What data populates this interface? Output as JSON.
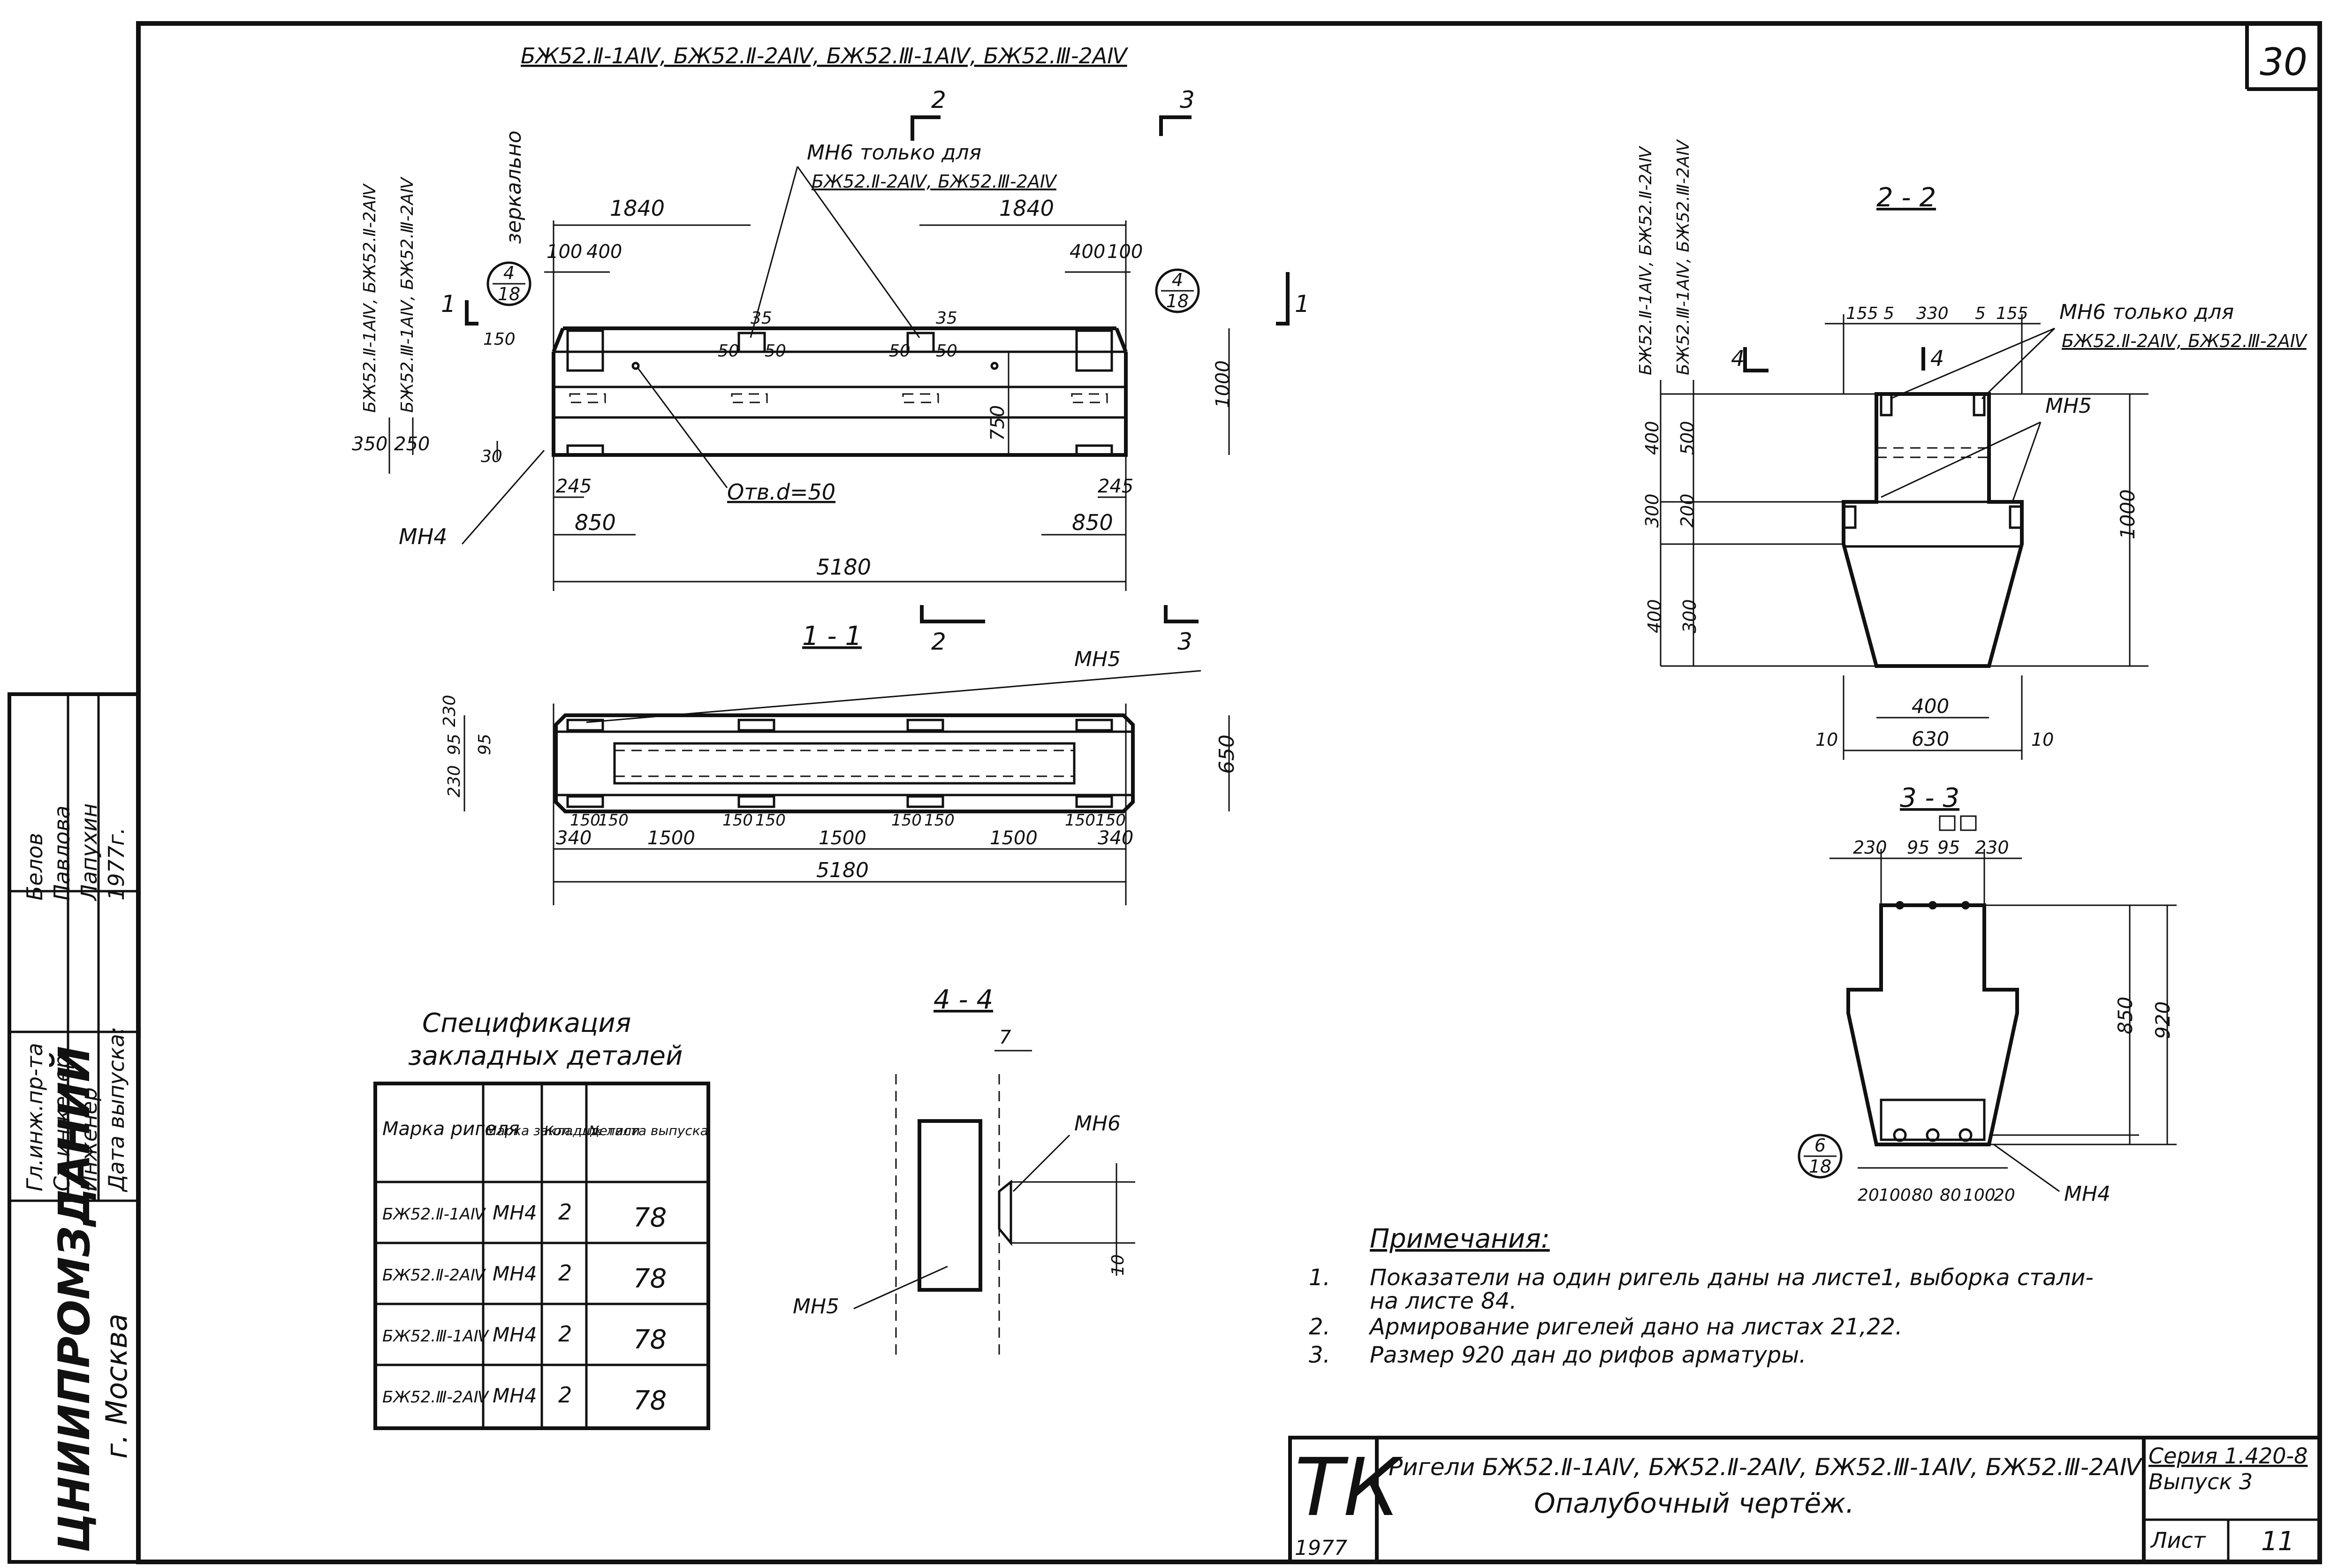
{
  "sheet": {
    "sheet_number": "30",
    "top_title": "БЖ52.Ⅱ-1АⅣ, БЖ52.Ⅱ-2АⅣ, БЖ52.Ⅲ-1АⅣ, БЖ52.Ⅲ-2АⅣ"
  },
  "side_stamp": {
    "rows": [
      {
        "role": "Гл.инж.пр-та",
        "name": "Белов"
      },
      {
        "role": "Ст.инженер",
        "name": "Павлова"
      },
      {
        "role": "Инженер",
        "name": "Лапухин"
      },
      {
        "role": "Дата выпуска:",
        "name": "1977г."
      }
    ],
    "org": "ЦНИИПРОМЗДАНИЙ",
    "city": "г. Москва"
  },
  "views": {
    "front": {
      "mirror_label": "зеркально",
      "side_marks_left": [
        "БЖ52.Ⅱ-1АⅣ, БЖ52.Ⅱ-2АⅣ",
        "БЖ52.Ⅲ-1АⅣ, БЖ52.Ⅲ-2АⅣ"
      ],
      "mh6_note_line1": "МН6 только для",
      "mh6_note_line2": "БЖ52.Ⅱ-2АⅣ, БЖ52.Ⅲ-2АⅣ",
      "hole_note": "Отв.d=50",
      "mh4_label": "МН4",
      "callout_num": "4",
      "callout_den": "18",
      "cut_1": "1",
      "cut_2": "2",
      "cut_3": "3",
      "dims": {
        "d1840": "1840",
        "d100": "100",
        "d400": "400",
        "d35": "35",
        "d50": "50",
        "d150": "150",
        "d350": "350",
        "d250": "250",
        "d30": "30",
        "d245": "245",
        "d850": "850",
        "d750": "750",
        "d1000": "1000",
        "d5180": "5180"
      }
    },
    "plan": {
      "title": "1 - 1",
      "mh5_label": "МН5",
      "dims": {
        "d230": "230",
        "d95": "95",
        "d650": "650",
        "d150": "150",
        "d340": "340",
        "d1500": "1500",
        "d5180": "5180"
      }
    },
    "section22": {
      "title": "2 - 2",
      "side_marks": [
        "БЖ52.Ⅱ-1АⅣ, БЖ52.Ⅱ-2АⅣ",
        "БЖ52.Ⅲ-1АⅣ, БЖ52.Ⅲ-2АⅣ"
      ],
      "mh6_note_line1": "МН6 только для",
      "mh6_note_line2": "БЖ52.Ⅱ-2АⅣ, БЖ52.Ⅲ-2АⅣ",
      "mh5_label": "МН5",
      "cut_4": "4",
      "dims": {
        "d155": "155",
        "d5": "5",
        "d330": "330",
        "d400": "400",
        "d500": "500",
        "d300": "300",
        "d200": "200",
        "d1000": "1000",
        "d10": "10",
        "d630": "630"
      }
    },
    "section33": {
      "title": "3 - 3",
      "mh4_label": "МН4",
      "callout_num": "6",
      "callout_den": "18",
      "dims": {
        "d230": "230",
        "d95": "95",
        "d850": "850",
        "d920": "920",
        "d20": "20",
        "d100": "100",
        "d80": "80"
      }
    },
    "section44": {
      "title": "4 - 4",
      "mh6_label": "МН6",
      "mh5_label": "МН5",
      "dims": {
        "d7": "7",
        "d10": "10"
      }
    }
  },
  "spec_table": {
    "title_line1": "Спецификация",
    "title_line2": "закладных   деталей",
    "headers": [
      "Марка ригеля",
      "Марка заклад. детали",
      "Кол. шт.",
      "№ листа выпуска"
    ],
    "rows": [
      [
        "БЖ52.Ⅱ-1АⅣ",
        "МН4",
        "2",
        "78"
      ],
      [
        "БЖ52.Ⅱ-2АⅣ",
        "МН4",
        "2",
        "78"
      ],
      [
        "БЖ52.Ⅲ-1АⅣ",
        "МН4",
        "2",
        "78"
      ],
      [
        "БЖ52.Ⅲ-2АⅣ",
        "МН4",
        "2",
        "78"
      ]
    ]
  },
  "notes": {
    "title": "Примечания:",
    "items": [
      {
        "num": "1.",
        "line1": "Показатели на один ригель даны на листе1, выборка стали-",
        "line2": "на листе 84."
      },
      {
        "num": "2.",
        "line1": "Армирование ригелей дано на листах 21,22.",
        "line2": ""
      },
      {
        "num": "3.",
        "line1": "Размер 920 дан до рифов арматуры.",
        "line2": ""
      }
    ]
  },
  "title_block": {
    "logo": "ТК",
    "year": "1977",
    "name_line1": "Ригели БЖ52.Ⅱ-1АⅣ, БЖ52.Ⅱ-2АⅣ, БЖ52.Ⅲ-1АⅣ, БЖ52.Ⅲ-2АⅣ",
    "name_line2": "Опалубочный   чертёж.",
    "series": "Серия 1.420-8",
    "issue": "Выпуск 3",
    "sheet_label": "Лист",
    "sheet_no": "11"
  }
}
